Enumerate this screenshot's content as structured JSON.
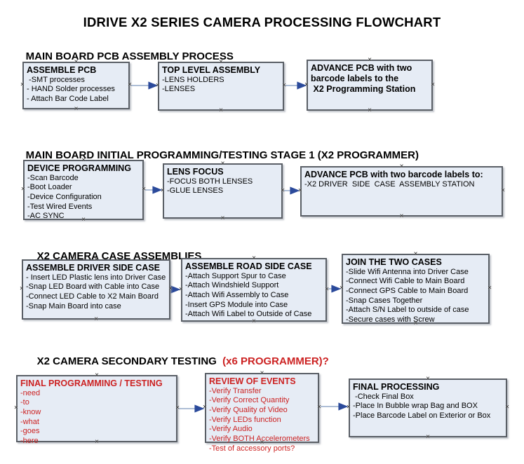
{
  "title": "IDRIVE X2  SERIES CAMERA PROCESSING FLOWCHART",
  "icons": {
    "connector_handle": "×",
    "arrowhead": "▶"
  },
  "colors": {
    "box_fill": "#e6ecf5",
    "box_border": "#5a5f66",
    "arrow_line": "#93a9c9",
    "arrow_head": "#2b4a9b",
    "accent_red": "#cc2222",
    "text_black": "#000000"
  },
  "sections": [
    {
      "heading": "MAIN BOARD PCB ASSEMBLY PROCESS",
      "boxes": [
        {
          "title": "ASSEMBLE PCB",
          "items": [
            " -SMT processes",
            "- HAND Solder processes",
            "- Attach Bar Code Label"
          ]
        },
        {
          "title": "TOP LEVEL ASSEMBLY",
          "items": [
            "-LENS HOLDERS",
            "-LENSES"
          ]
        },
        {
          "title": "ADVANCE PCB with two\nbarcode labels to the\n X2 Programming Station",
          "items": []
        }
      ]
    },
    {
      "heading": "MAIN BOARD INITIAL PROGRAMMING/TESTING STAGE 1 (X2 PROGRAMMER)",
      "boxes": [
        {
          "title": "DEVICE PROGRAMMING",
          "items": [
            "-Scan Barcode",
            "-Boot Loader",
            "-Device Configuration",
            "-Test Wired Events",
            "-AC SYNC"
          ]
        },
        {
          "title": "LENS FOCUS",
          "items": [
            "-FOCUS BOTH LENSES",
            "-GLUE LENSES"
          ]
        },
        {
          "title": "ADVANCE PCB with two barcode labels to:",
          "items": [
            "-X2 DRIVER  SIDE  CASE  ASSEMBLY STATION"
          ]
        }
      ]
    },
    {
      "heading": "X2 CAMERA CASE ASSEMBLIES",
      "boxes": [
        {
          "title": "ASSEMBLE DRIVER SIDE CASE",
          "items": [
            "- Insert LED Plastic lens into Driver Case",
            "-Snap LED Board with Cable into Case",
            "-Connect LED Cable to X2 Main Board",
            "-Snap Main Board into case"
          ]
        },
        {
          "title": "ASSEMBLE ROAD SIDE CASE",
          "items": [
            "-Attach Support Spur to Case",
            "-Attach Windshield Support",
            "-Attach Wifi Assembly to Case",
            "-Insert GPS Module into Case",
            "-Attach Wifi Label to Outside of Case"
          ]
        },
        {
          "title": "JOIN THE TWO CASES",
          "items": [
            "-Slide Wifi Antenna into Driver Case",
            "-Connect Wifi Cable to Main Board",
            "-Connect GPS Cable to Main Board",
            "-Snap Cases Together",
            "-Attach S/N Label to outside of case",
            "-Secure cases with Screw"
          ]
        }
      ]
    },
    {
      "heading": "X2 CAMERA SECONDARY TESTING ",
      "heading_accent": " (x6 PROGRAMMER)?",
      "boxes": [
        {
          "title": "FINAL PROGRAMMING / TESTING",
          "items": [
            "-need",
            "-to",
            "-know",
            "-what",
            "-goes",
            "-here"
          ]
        },
        {
          "title": "REVIEW OF EVENTS",
          "items": [
            "-Verify Transfer",
            "-Verify Correct Quantity",
            "-Verify Quality of Video",
            "-Verify LEDs function",
            "-Verify Audio",
            "-Verify BOTH Accelerometers",
            "-Test of accessory ports?"
          ]
        },
        {
          "title": "FINAL PROCESSING",
          "items": [
            " -Check Final Box",
            "-Place In Bubble wrap Bag and BOX",
            "-Place Barcode Label on Exterior or Box"
          ]
        }
      ]
    }
  ]
}
